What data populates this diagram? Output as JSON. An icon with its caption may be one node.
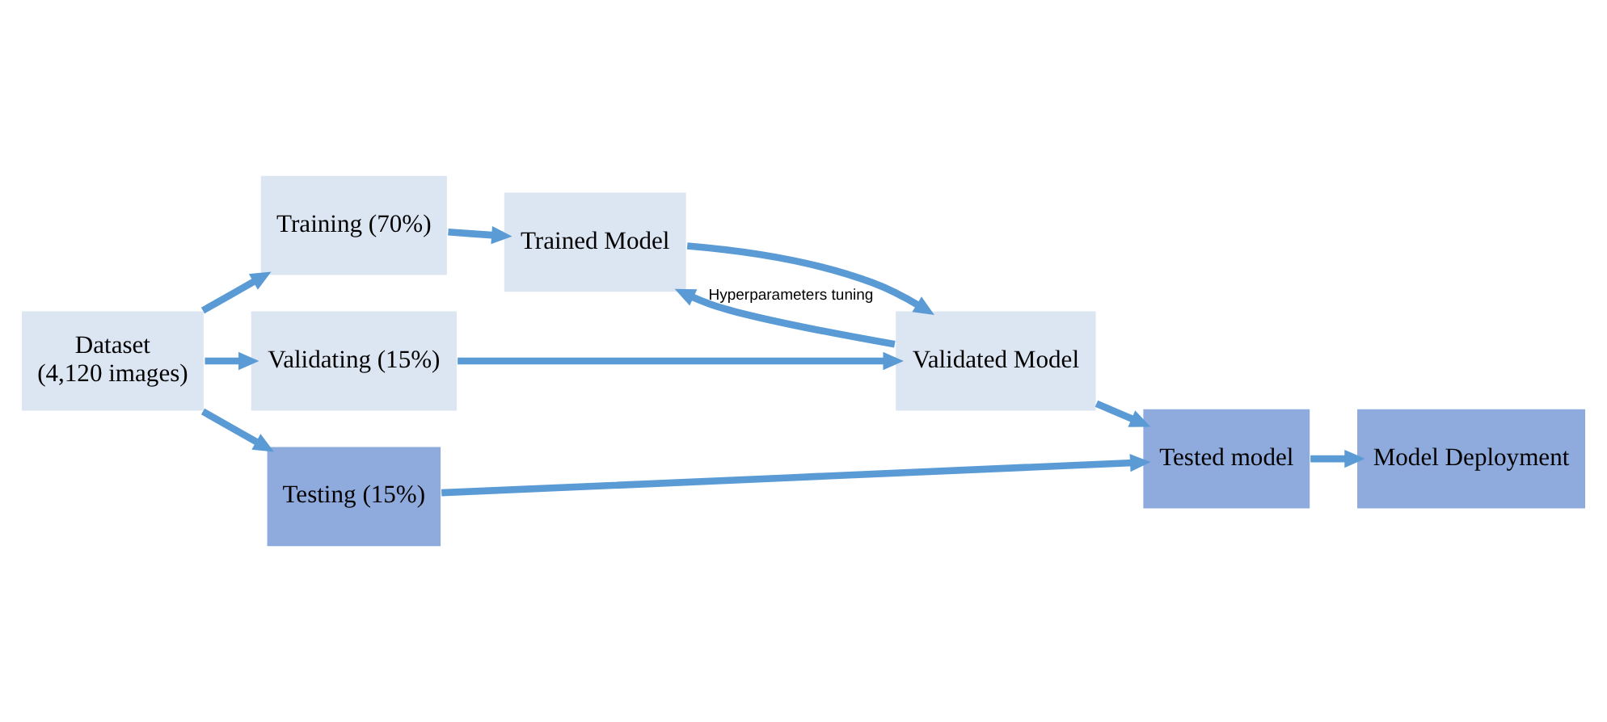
{
  "diagram": {
    "nodes": [
      {
        "text": [
          "Dataset",
          "(4,120 images)"
        ]
      },
      {
        "text": [
          "Training (70%)"
        ]
      },
      {
        "text": [
          "Trained Model"
        ]
      },
      {
        "text": [
          "Validated Model"
        ]
      },
      {
        "text": [
          "Tested model"
        ]
      },
      {
        "text": [
          "Model Deployment"
        ]
      },
      {
        "text": [
          "Validating (15%)"
        ]
      },
      {
        "text": [
          "Testing (15%)"
        ]
      }
    ],
    "edges": [
      {
        "from": 0,
        "to": 1,
        "arrow": "to"
      },
      {
        "from": 1,
        "to": 2,
        "arrow": "to"
      },
      {
        "from": 2,
        "to": 3,
        "arrow": "to"
      },
      {
        "from": 3,
        "to": 2,
        "arrow": "to",
        "label": "Hyperparameters tuning"
      },
      {
        "from": 3,
        "to": 4,
        "arrow": "to"
      },
      {
        "from": 4,
        "to": 5,
        "arrow": "to"
      },
      {
        "from": 0,
        "to": 6,
        "arrow": "to"
      },
      {
        "from": 0,
        "to": 7,
        "arrow": "to"
      },
      {
        "from": 6,
        "to": 3,
        "arrow": "to"
      },
      {
        "from": 7,
        "to": 4,
        "arrow": "to"
      }
    ]
  }
}
